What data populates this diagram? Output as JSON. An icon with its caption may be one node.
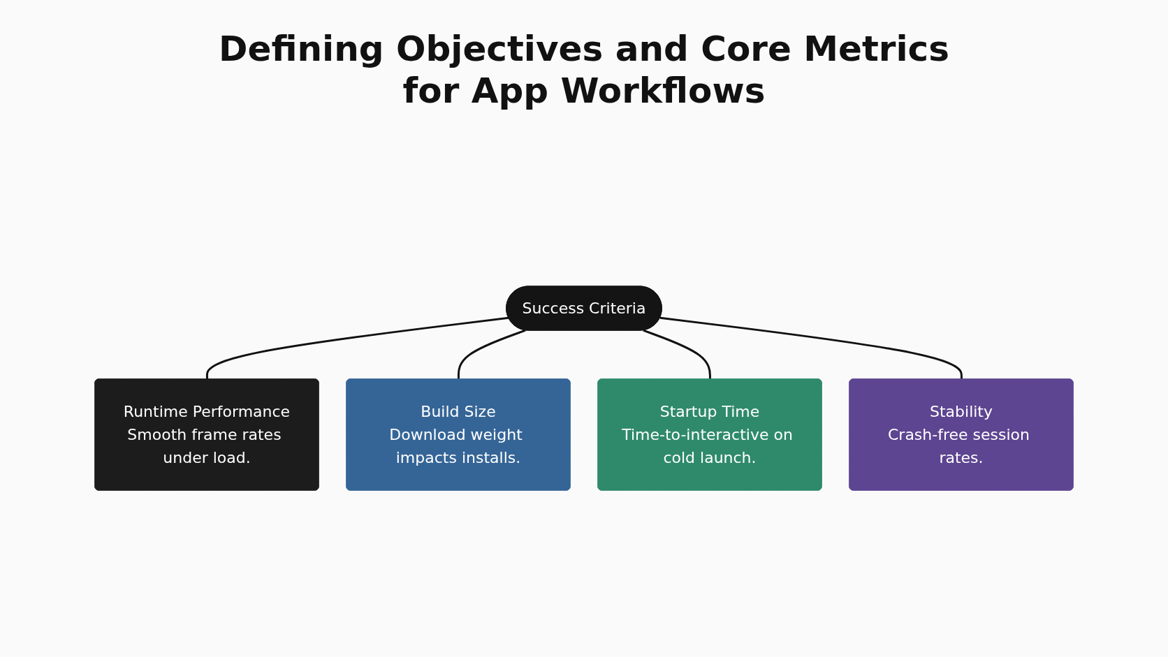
{
  "diagram": {
    "title": "Defining Objectives and Core Metrics for App Workflows",
    "nodes": [
      {
        "text": [
          "Success Criteria"
        ]
      },
      {
        "text": [
          "Runtime Performance",
          "Smooth frame rates under load."
        ]
      },
      {
        "text": [
          "Build Size",
          "Download weight impacts installs."
        ]
      },
      {
        "text": [
          "Startup Time",
          "Time-to-interactive on cold launch."
        ]
      },
      {
        "text": [
          "Stability",
          "Crash-free session rates."
        ]
      }
    ],
    "edges": [
      {
        "from": 0,
        "to": 1,
        "arrow": "none"
      },
      {
        "from": 0,
        "to": 2,
        "arrow": "none"
      },
      {
        "from": 0,
        "to": 3,
        "arrow": "none"
      },
      {
        "from": 0,
        "to": 4,
        "arrow": "none"
      }
    ]
  }
}
